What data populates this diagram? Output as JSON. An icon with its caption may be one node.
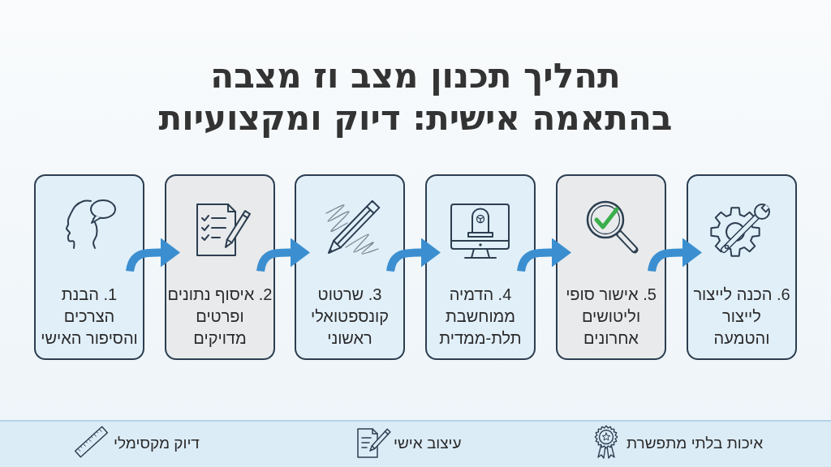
{
  "diagram": {
    "title": "תהליך תכנון מצב וז מצבה בהתאמה אישית: דיוק ומקצועיות",
    "nodes": [
      {
        "text": [
          "1. הבנת הצרכים והסיפור האישי"
        ]
      },
      {
        "text": [
          "2. איסוף נתונים ופרטים מדויקים"
        ]
      },
      {
        "text": [
          "3. שרטוט קונספטואלי ראשוני"
        ]
      },
      {
        "text": [
          "4. הדמיה ממוחשבת תלת-ממדית"
        ]
      },
      {
        "text": [
          "5. אישור סופי וליטושים אחרונים"
        ]
      },
      {
        "text": [
          "6. הכנה לייצור לייצור והטמעה"
        ]
      },
      {
        "text": [
          "איכות בלתי מתפשרת",
          "עיצוב אישי",
          "דיוק מקסימלי"
        ]
      }
    ],
    "edges": [
      {
        "from": 0,
        "to": 1,
        "arrow": "to"
      },
      {
        "from": 1,
        "to": 2,
        "arrow": "to"
      },
      {
        "from": 2,
        "to": 3,
        "arrow": "to"
      },
      {
        "from": 3,
        "to": 4,
        "arrow": "to"
      },
      {
        "from": 4,
        "to": 5,
        "arrow": "to"
      }
    ]
  }
}
